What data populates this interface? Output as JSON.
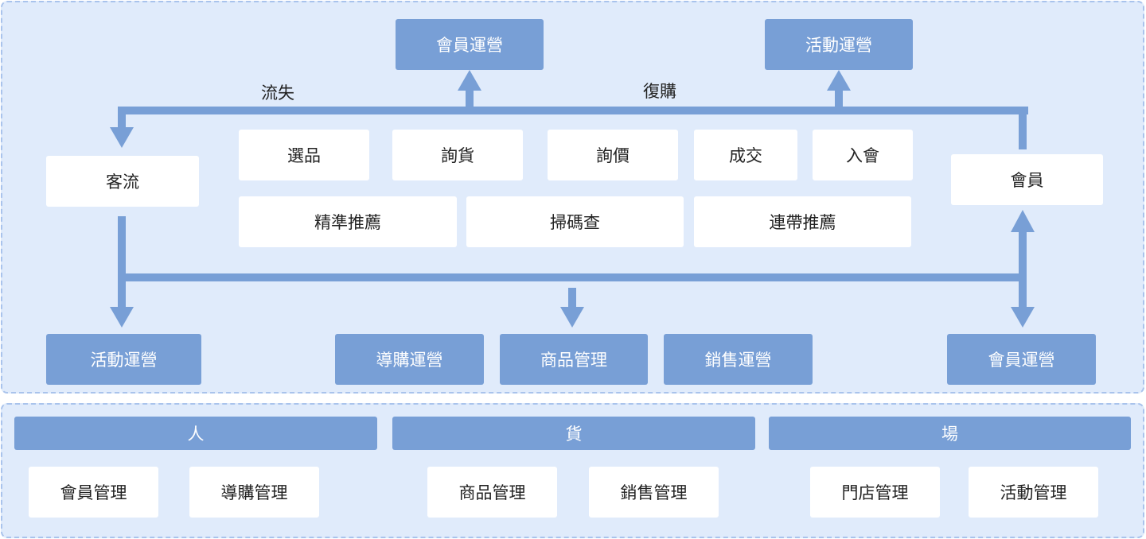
{
  "colors": {
    "panel_bg": "#e0ebfb",
    "panel_border": "#a9c3ec",
    "accent": "#789fd6",
    "box_white": "#ffffff",
    "text": "#222222"
  },
  "top": {
    "member_ops_top": "會員運營",
    "activity_ops_top": "活動運營",
    "label_churn": "流失",
    "label_repurchase": "復購",
    "customer_flow": "客流",
    "member": "會員",
    "steps_row1": [
      "選品",
      "詢貨",
      "詢價",
      "成交",
      "入會"
    ],
    "steps_row2": [
      "精準推薦",
      "掃碼查",
      "連帶推薦"
    ],
    "bottom_ops": {
      "activity_ops": "活動運營",
      "guide_ops": "導購運營",
      "product_mgmt": "商品管理",
      "sales_ops": "銷售運營",
      "member_ops": "會員運營"
    }
  },
  "bottom": {
    "groups": [
      {
        "title": "人",
        "items": [
          "會員管理",
          "導購管理"
        ]
      },
      {
        "title": "貨",
        "items": [
          "商品管理",
          "銷售管理"
        ]
      },
      {
        "title": "場",
        "items": [
          "門店管理",
          "活動管理"
        ]
      }
    ]
  }
}
